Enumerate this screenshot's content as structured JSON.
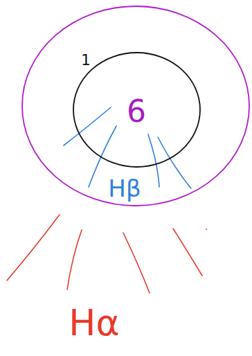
{
  "diagram": {
    "nodes": [
      {
        "text": [
          "1"
        ]
      },
      {
        "text": [
          "6"
        ],
        "in": 0
      }
    ],
    "labels": [
      "Hβ",
      "Hα"
    ]
  }
}
